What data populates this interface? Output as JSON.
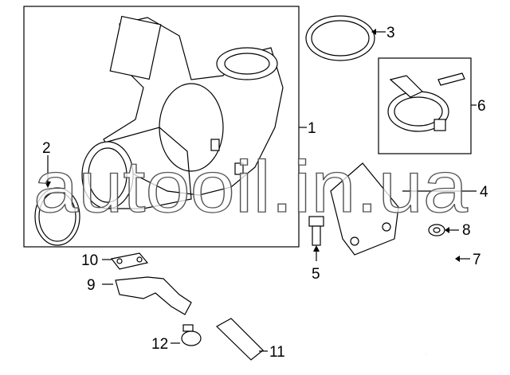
{
  "diagram": {
    "callouts": [
      "1",
      "2",
      "3",
      "4",
      "5",
      "6",
      "7",
      "8",
      "9",
      "10",
      "11",
      "12"
    ],
    "watermark": "autooil.in.ua"
  }
}
